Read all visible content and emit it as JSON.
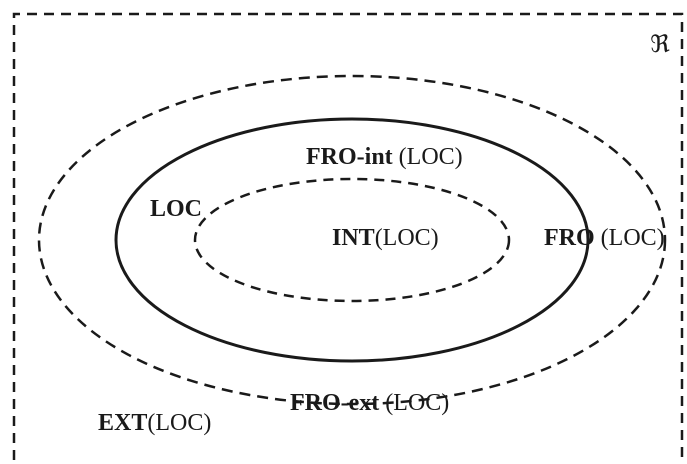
{
  "universe_symbol": "ℜ",
  "labels": {
    "loc": {
      "bold": "LOC"
    },
    "fro_int": {
      "bold": "FRO-int",
      "normal": " (LOC)"
    },
    "int": {
      "bold": "INT",
      "normal": "(LOC)"
    },
    "fro": {
      "bold": "FRO",
      "normal": " (LOC)"
    },
    "fro_ext": {
      "bold": "FRO-ext",
      "normal": " (LOC)"
    },
    "ext": {
      "bold": "EXT",
      "normal": "(LOC)"
    }
  },
  "colors": {
    "stroke": "#1a1a1a",
    "background": "#ffffff"
  }
}
